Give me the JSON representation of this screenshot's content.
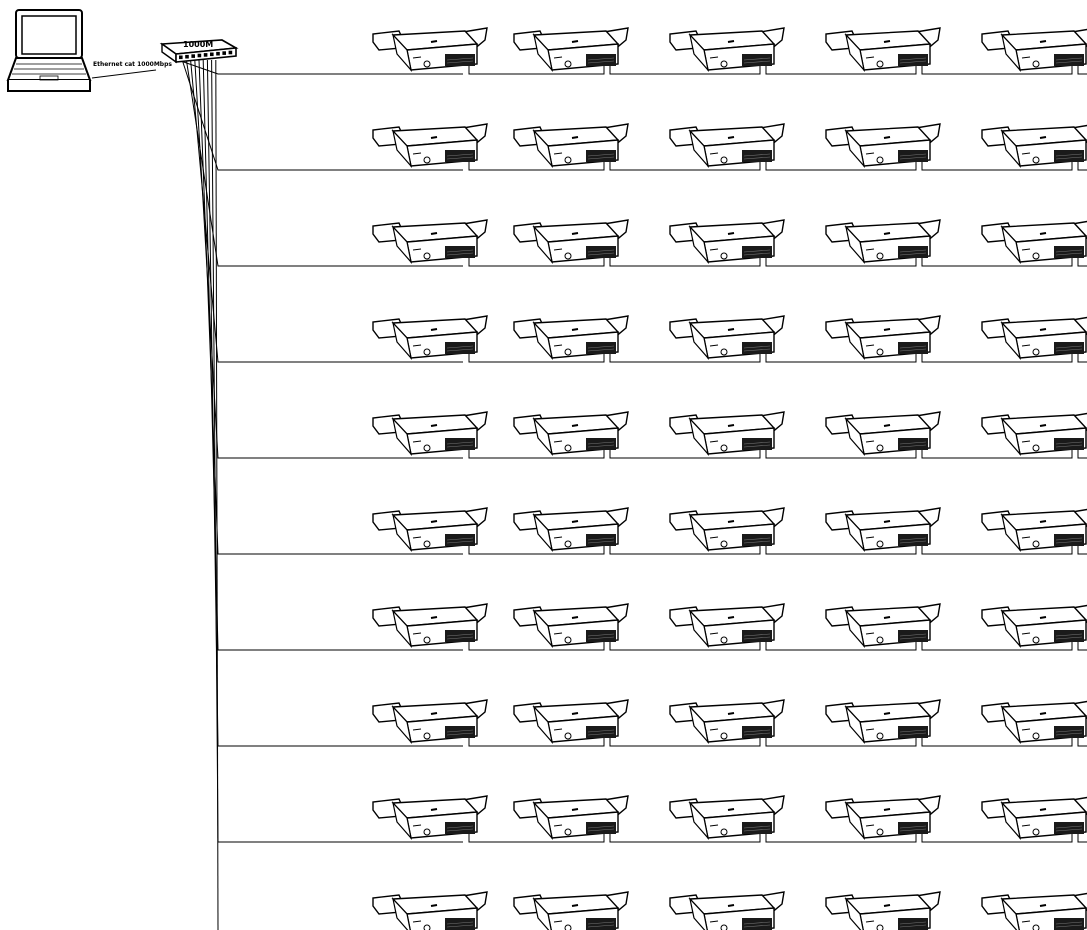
{
  "laptop": {
    "link_label": "Ethernet cat 1000Mbps",
    "icon": "laptop-icon"
  },
  "switch": {
    "label": "1000M",
    "icon": "network-switch-icon"
  },
  "device": {
    "icon": "rack-unit-icon"
  },
  "grid": {
    "rows": 10,
    "columns": 5
  },
  "colors": {
    "line": "#000000",
    "background": "#ffffff"
  }
}
